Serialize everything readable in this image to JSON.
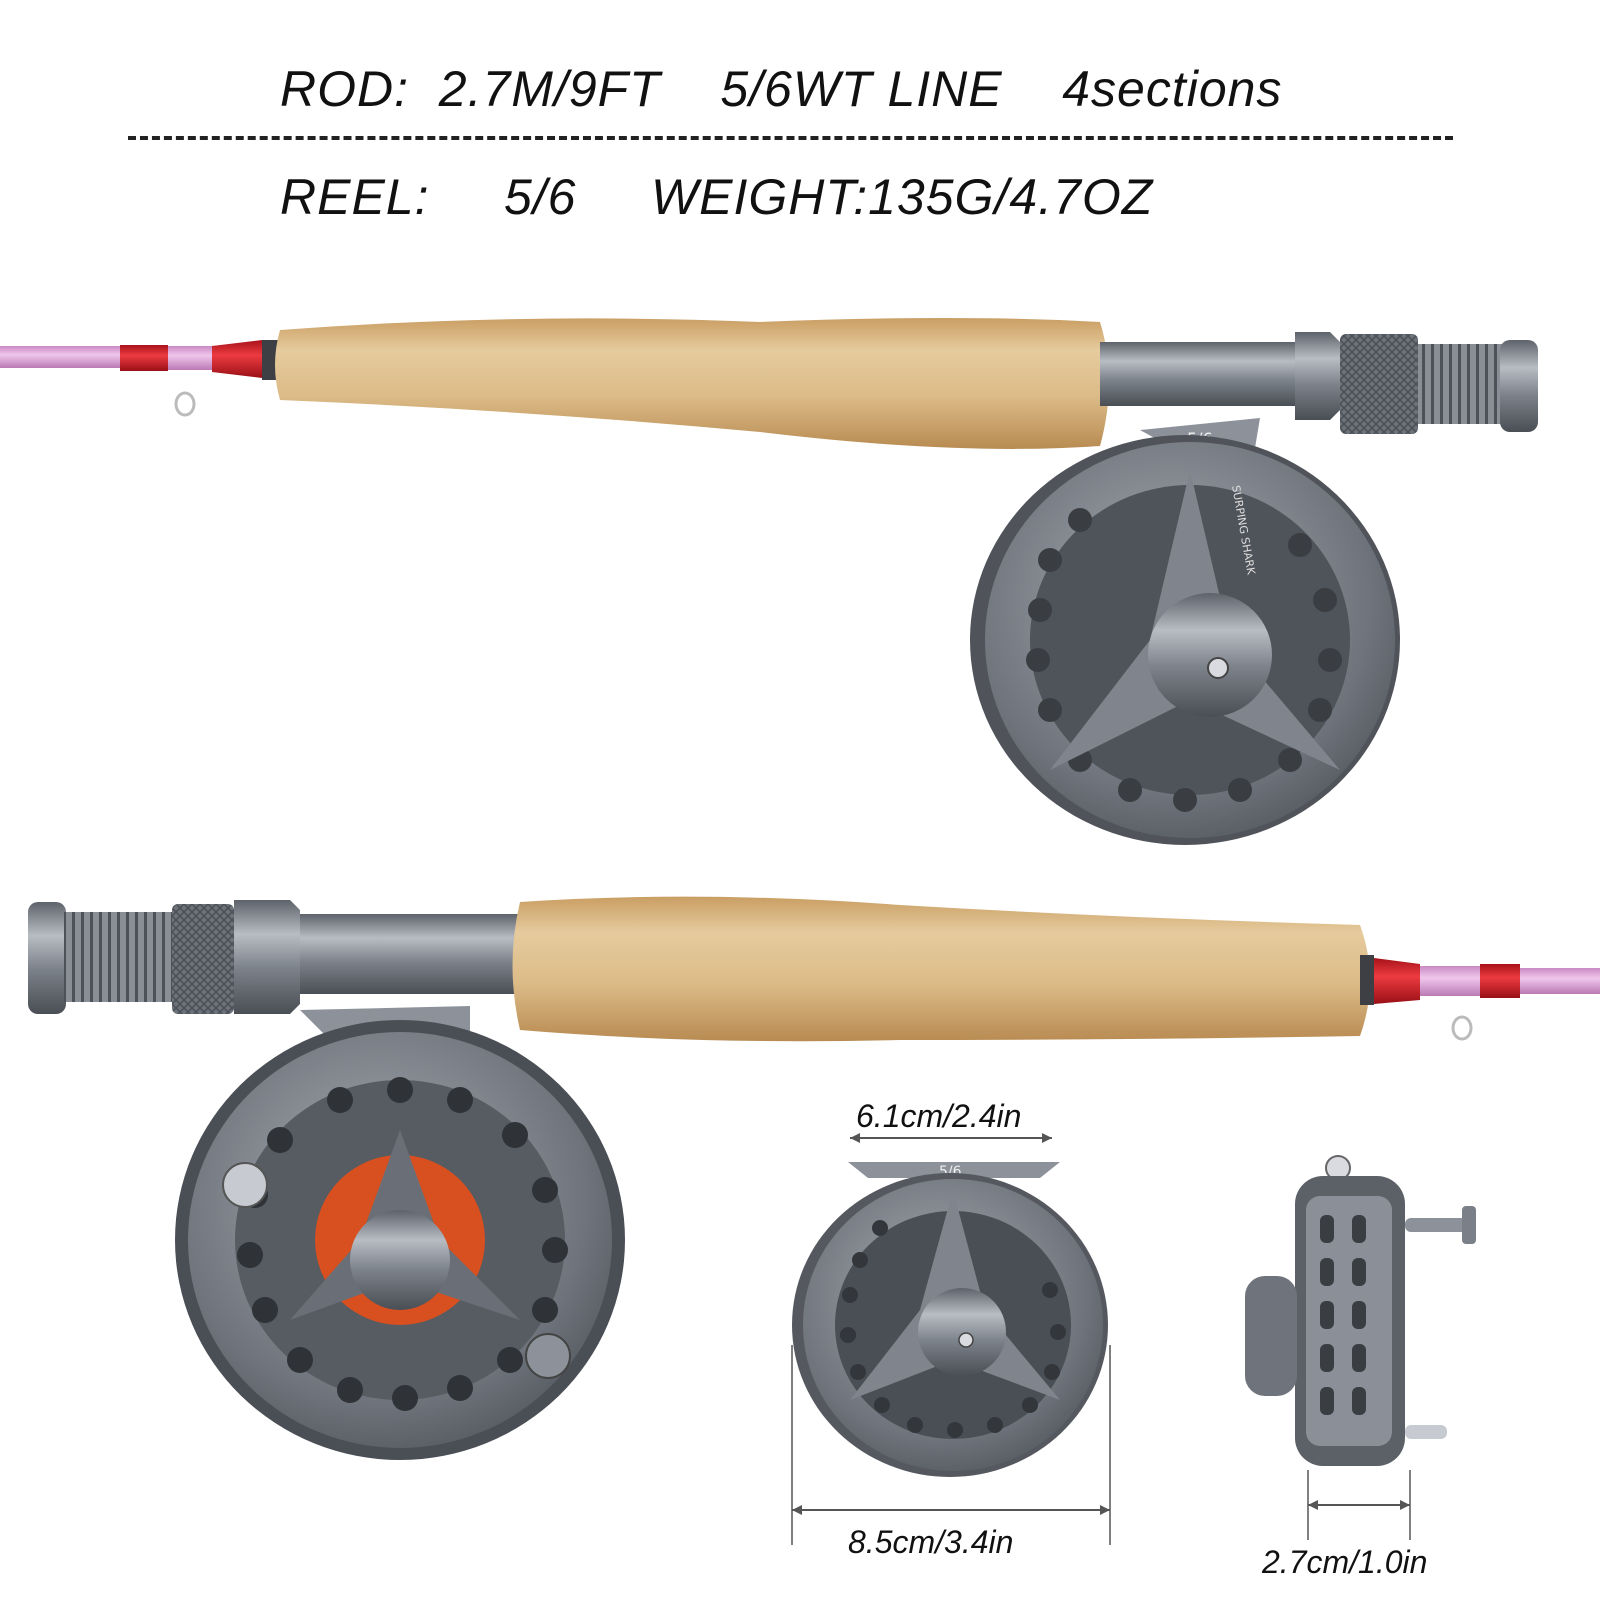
{
  "specs": {
    "rod_label": "ROD:",
    "rod_length": "2.7M/9FT",
    "rod_line": "5/6WT LINE",
    "rod_sections": "4sections",
    "reel_label": "REEL:",
    "reel_size": "5/6",
    "reel_weight": "WEIGHT:135G/4.7OZ"
  },
  "reel_marking": "5/6",
  "reel_brand": "SURPING SHARK",
  "dimensions": {
    "width": "6.1cm/2.4in",
    "diameter": "8.5cm/3.4in",
    "depth": "2.7cm/1.0in"
  },
  "colors": {
    "cork": "#d9b98a",
    "blank": "#d9a3d6",
    "wrap": "#d8232a",
    "metal": "#7b8088"
  }
}
